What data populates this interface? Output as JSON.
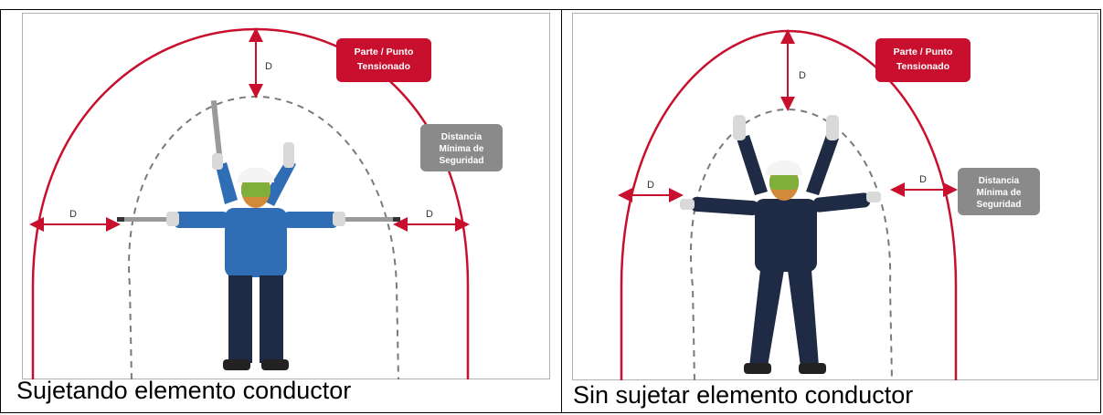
{
  "panels": [
    {
      "caption": "Sujetando elemento conductor",
      "labels": {
        "energized_point": [
          "Parte / Punto",
          "Tensionado"
        ],
        "min_distance": [
          "Distancia",
          "Mínima de",
          "Seguridad"
        ],
        "distance_marker": "D"
      }
    },
    {
      "caption": "Sin sujetar elemento conductor",
      "labels": {
        "energized_point": [
          "Parte / Punto",
          "Tensionado"
        ],
        "min_distance": [
          "Distancia",
          "Mínima de",
          "Seguridad"
        ],
        "distance_marker": "D"
      }
    }
  ],
  "colors": {
    "boundary": "#c8102e",
    "inner_dashed": "#7a7a7a",
    "badge_red": "#c8102e",
    "badge_gray": "#8a8a8a",
    "shirt_blue": "#2f6db5",
    "navy": "#1f2a44"
  }
}
